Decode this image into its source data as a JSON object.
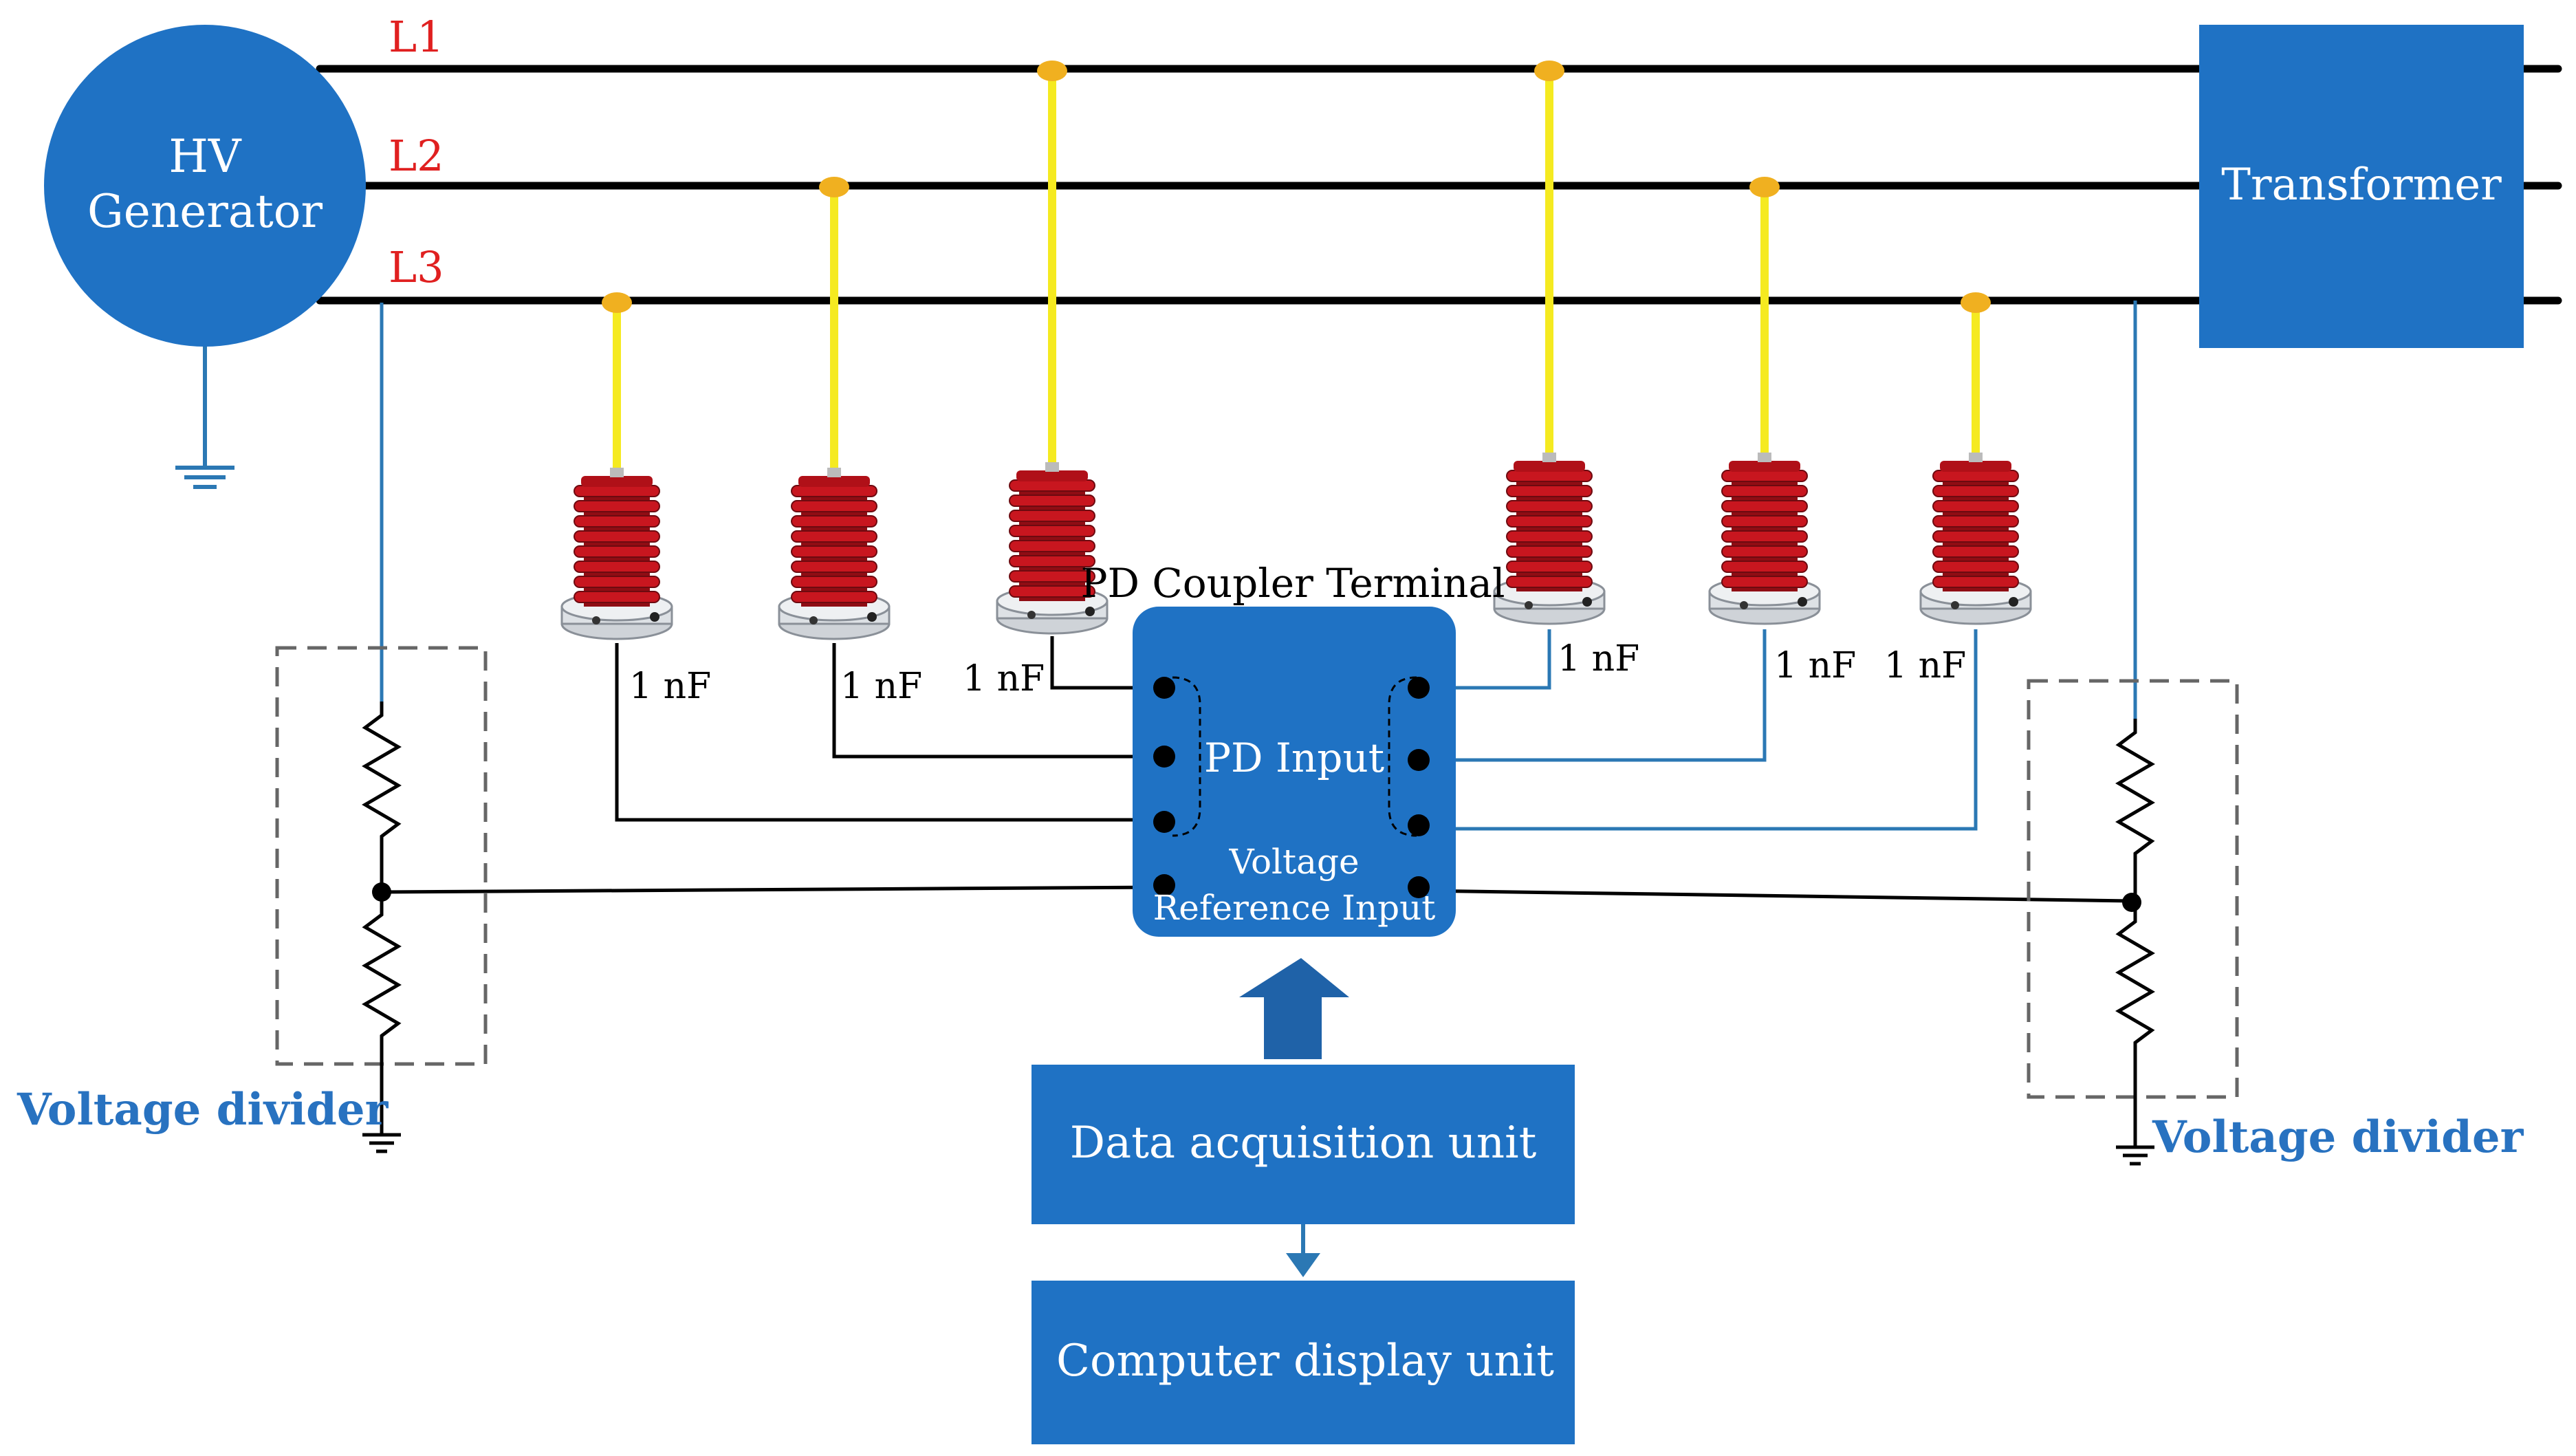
{
  "colors": {
    "blue_box": "#1f72c4",
    "box_text": "#ffffff",
    "line_label": "#e02020",
    "divider_label": "#2872c0",
    "bus": "#000000",
    "feeder": "#f5ea20",
    "signal_wire": "#2b78b4",
    "coupler_red": "#b5121b"
  },
  "generator": {
    "line1": "HV",
    "line2": "Generator"
  },
  "transformer": {
    "label": "Transformer"
  },
  "lines": [
    "L1",
    "L2",
    "L3"
  ],
  "couplers": [
    {
      "id": "c1",
      "capacitance": "1 nF"
    },
    {
      "id": "c2",
      "capacitance": "1 nF"
    },
    {
      "id": "c3",
      "capacitance": "1 nF"
    },
    {
      "id": "c4",
      "capacitance": "1 nF"
    },
    {
      "id": "c5",
      "capacitance": "1 nF"
    },
    {
      "id": "c6",
      "capacitance": "1 nF"
    }
  ],
  "terminal": {
    "title": "PD Coupler Terminal",
    "pd_input": "PD Input",
    "voltage_ref_line1": "Voltage",
    "voltage_ref_line2": "Reference Input"
  },
  "voltage_divider_left": "Voltage divider",
  "voltage_divider_right": "Voltage divider",
  "daq": {
    "label": "Data acquisition unit"
  },
  "display": {
    "label": "Computer display unit"
  }
}
